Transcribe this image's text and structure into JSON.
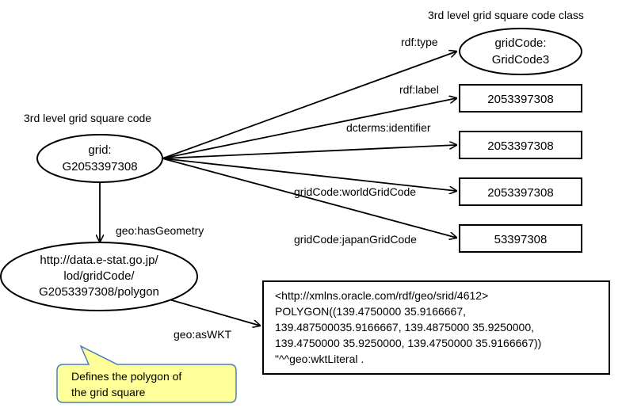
{
  "subject": {
    "caption": "3rd level grid square code",
    "line1": "grid:",
    "line2": "G2053397308"
  },
  "class_node": {
    "caption": "3rd level grid square code class",
    "line1": "gridCode:",
    "line2": "GridCode3"
  },
  "literals": {
    "label": "2053397308",
    "identifier": "2053397308",
    "world": "2053397308",
    "japan": "53397308"
  },
  "predicates": {
    "type": "rdf:type",
    "label": "rdf:label",
    "identifier": "dcterms:identifier",
    "world": "gridCode:worldGridCode",
    "japan": "gridCode:japanGridCode",
    "has_geometry": "geo:hasGeometry",
    "as_wkt": "geo:asWKT"
  },
  "polygon_node": {
    "line1": "http://data.e-stat.go.jp/",
    "line2": "lod/gridCode/",
    "line3": "G2053397308/polygon"
  },
  "wkt_literal": {
    "line1": "<http://xmlns.oracle.com/rdf/geo/srid/4612>",
    "line2": "POLYGON((139.4750000 35.9166667,",
    "line3": "139.487500035.9166667, 139.4875000 35.9250000,",
    "line4": "139.4750000 35.9250000, 139.4750000 35.9166667))",
    "line5": "\"^^geo:wktLiteral ."
  },
  "callout": {
    "line1": "Defines the polygon of",
    "line2": "the grid square",
    "fill_color": "#FFFF99",
    "border_color": "#4A7EBB"
  }
}
